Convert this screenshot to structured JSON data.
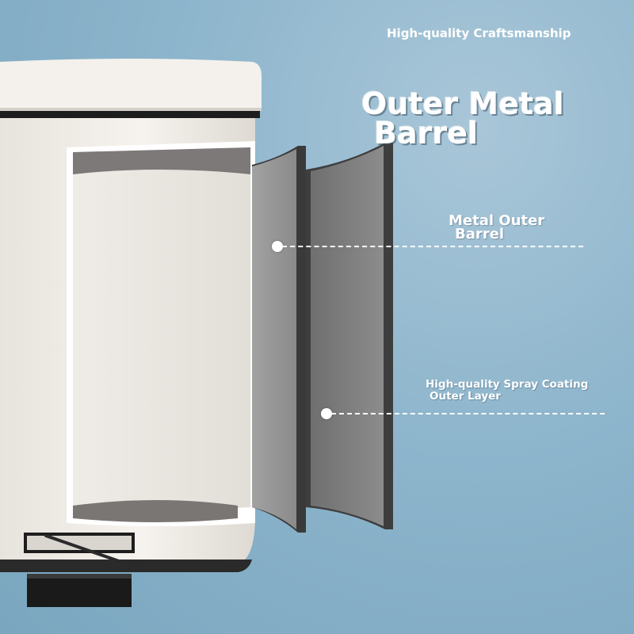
{
  "top_caption": "High-quality Craftsmanship",
  "headline": {
    "line1": "Outer Metal",
    "line2": "Barrel"
  },
  "callouts": [
    {
      "line1": "Metal Outer",
      "line2": "Barrel"
    },
    {
      "line1": "High-quality Spray Coating",
      "line2": "Outer Layer"
    }
  ],
  "colors": {
    "background": "#8db5cc",
    "bin_body": "#f2efea",
    "metal_panel": "#8f8f8f",
    "dark_trim": "#1d1d1d"
  }
}
